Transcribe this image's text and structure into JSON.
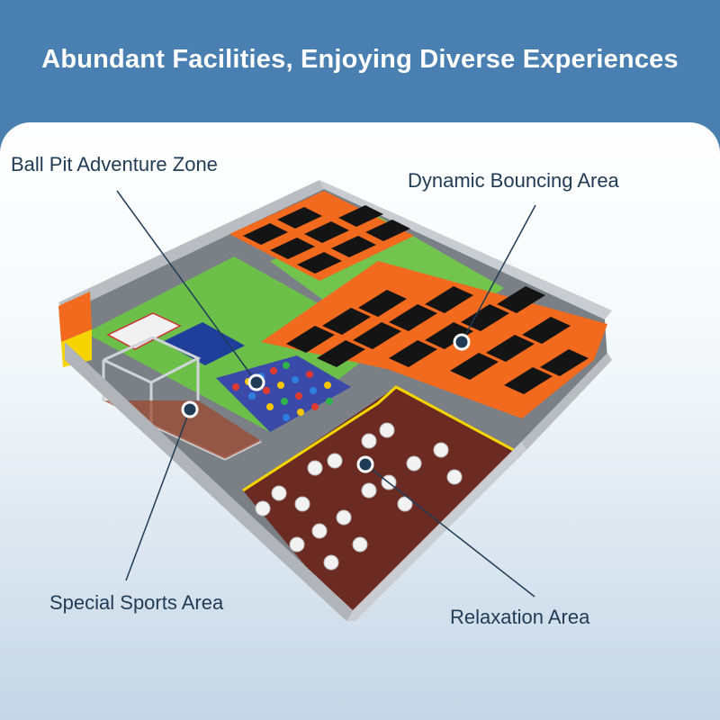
{
  "header": {
    "title": "Abundant Facilities, Enjoying Diverse Experiences"
  },
  "colors": {
    "header_bg": "#4a7fb2",
    "accent_orange": "#f26a1e",
    "turf_green": "#6cc04a",
    "floor_wood": "#6b2b22",
    "label_text": "#1f3b55"
  },
  "zones": [
    {
      "id": "ball-pit",
      "label": "Ball Pit Adventure Zone"
    },
    {
      "id": "bouncing",
      "label": "Dynamic Bouncing Area"
    },
    {
      "id": "special-sports",
      "label": "Special Sports Area"
    },
    {
      "id": "relaxation",
      "label": "Relaxation Area"
    }
  ]
}
